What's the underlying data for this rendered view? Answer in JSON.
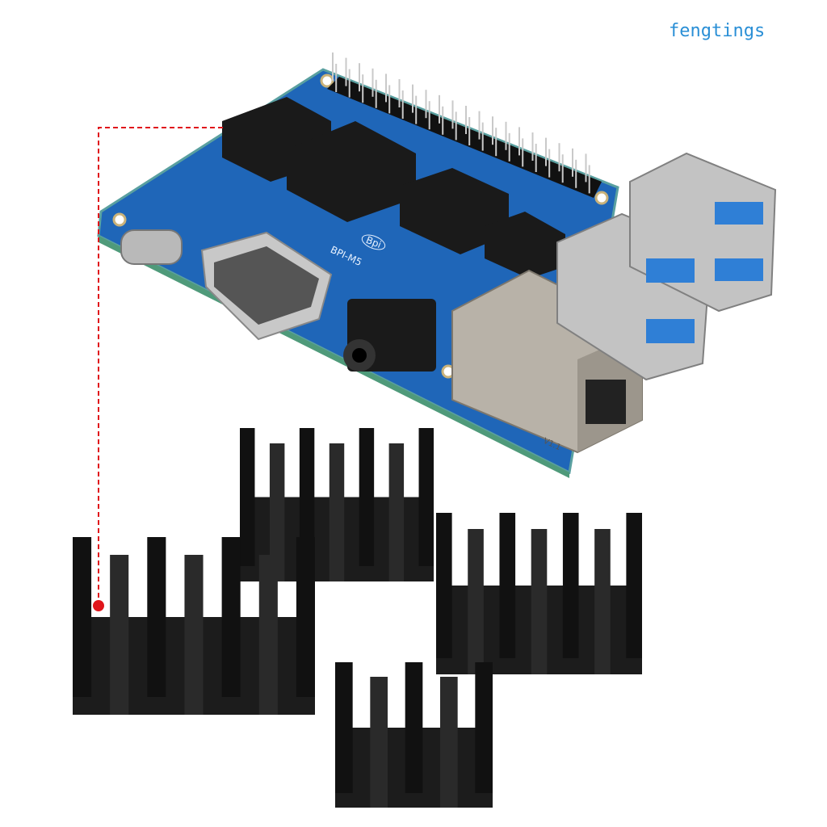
{
  "watermark": "fengtings",
  "board": {
    "logo": "Bpi",
    "model": "BPI-M5",
    "version": "V1.1"
  },
  "colors": {
    "pcb": "#1f66b8",
    "heatsink": "#1c1c1c",
    "leader_line": "#e0151b",
    "usb_blue": "#2f7fd6"
  },
  "heatsink_count": 4
}
